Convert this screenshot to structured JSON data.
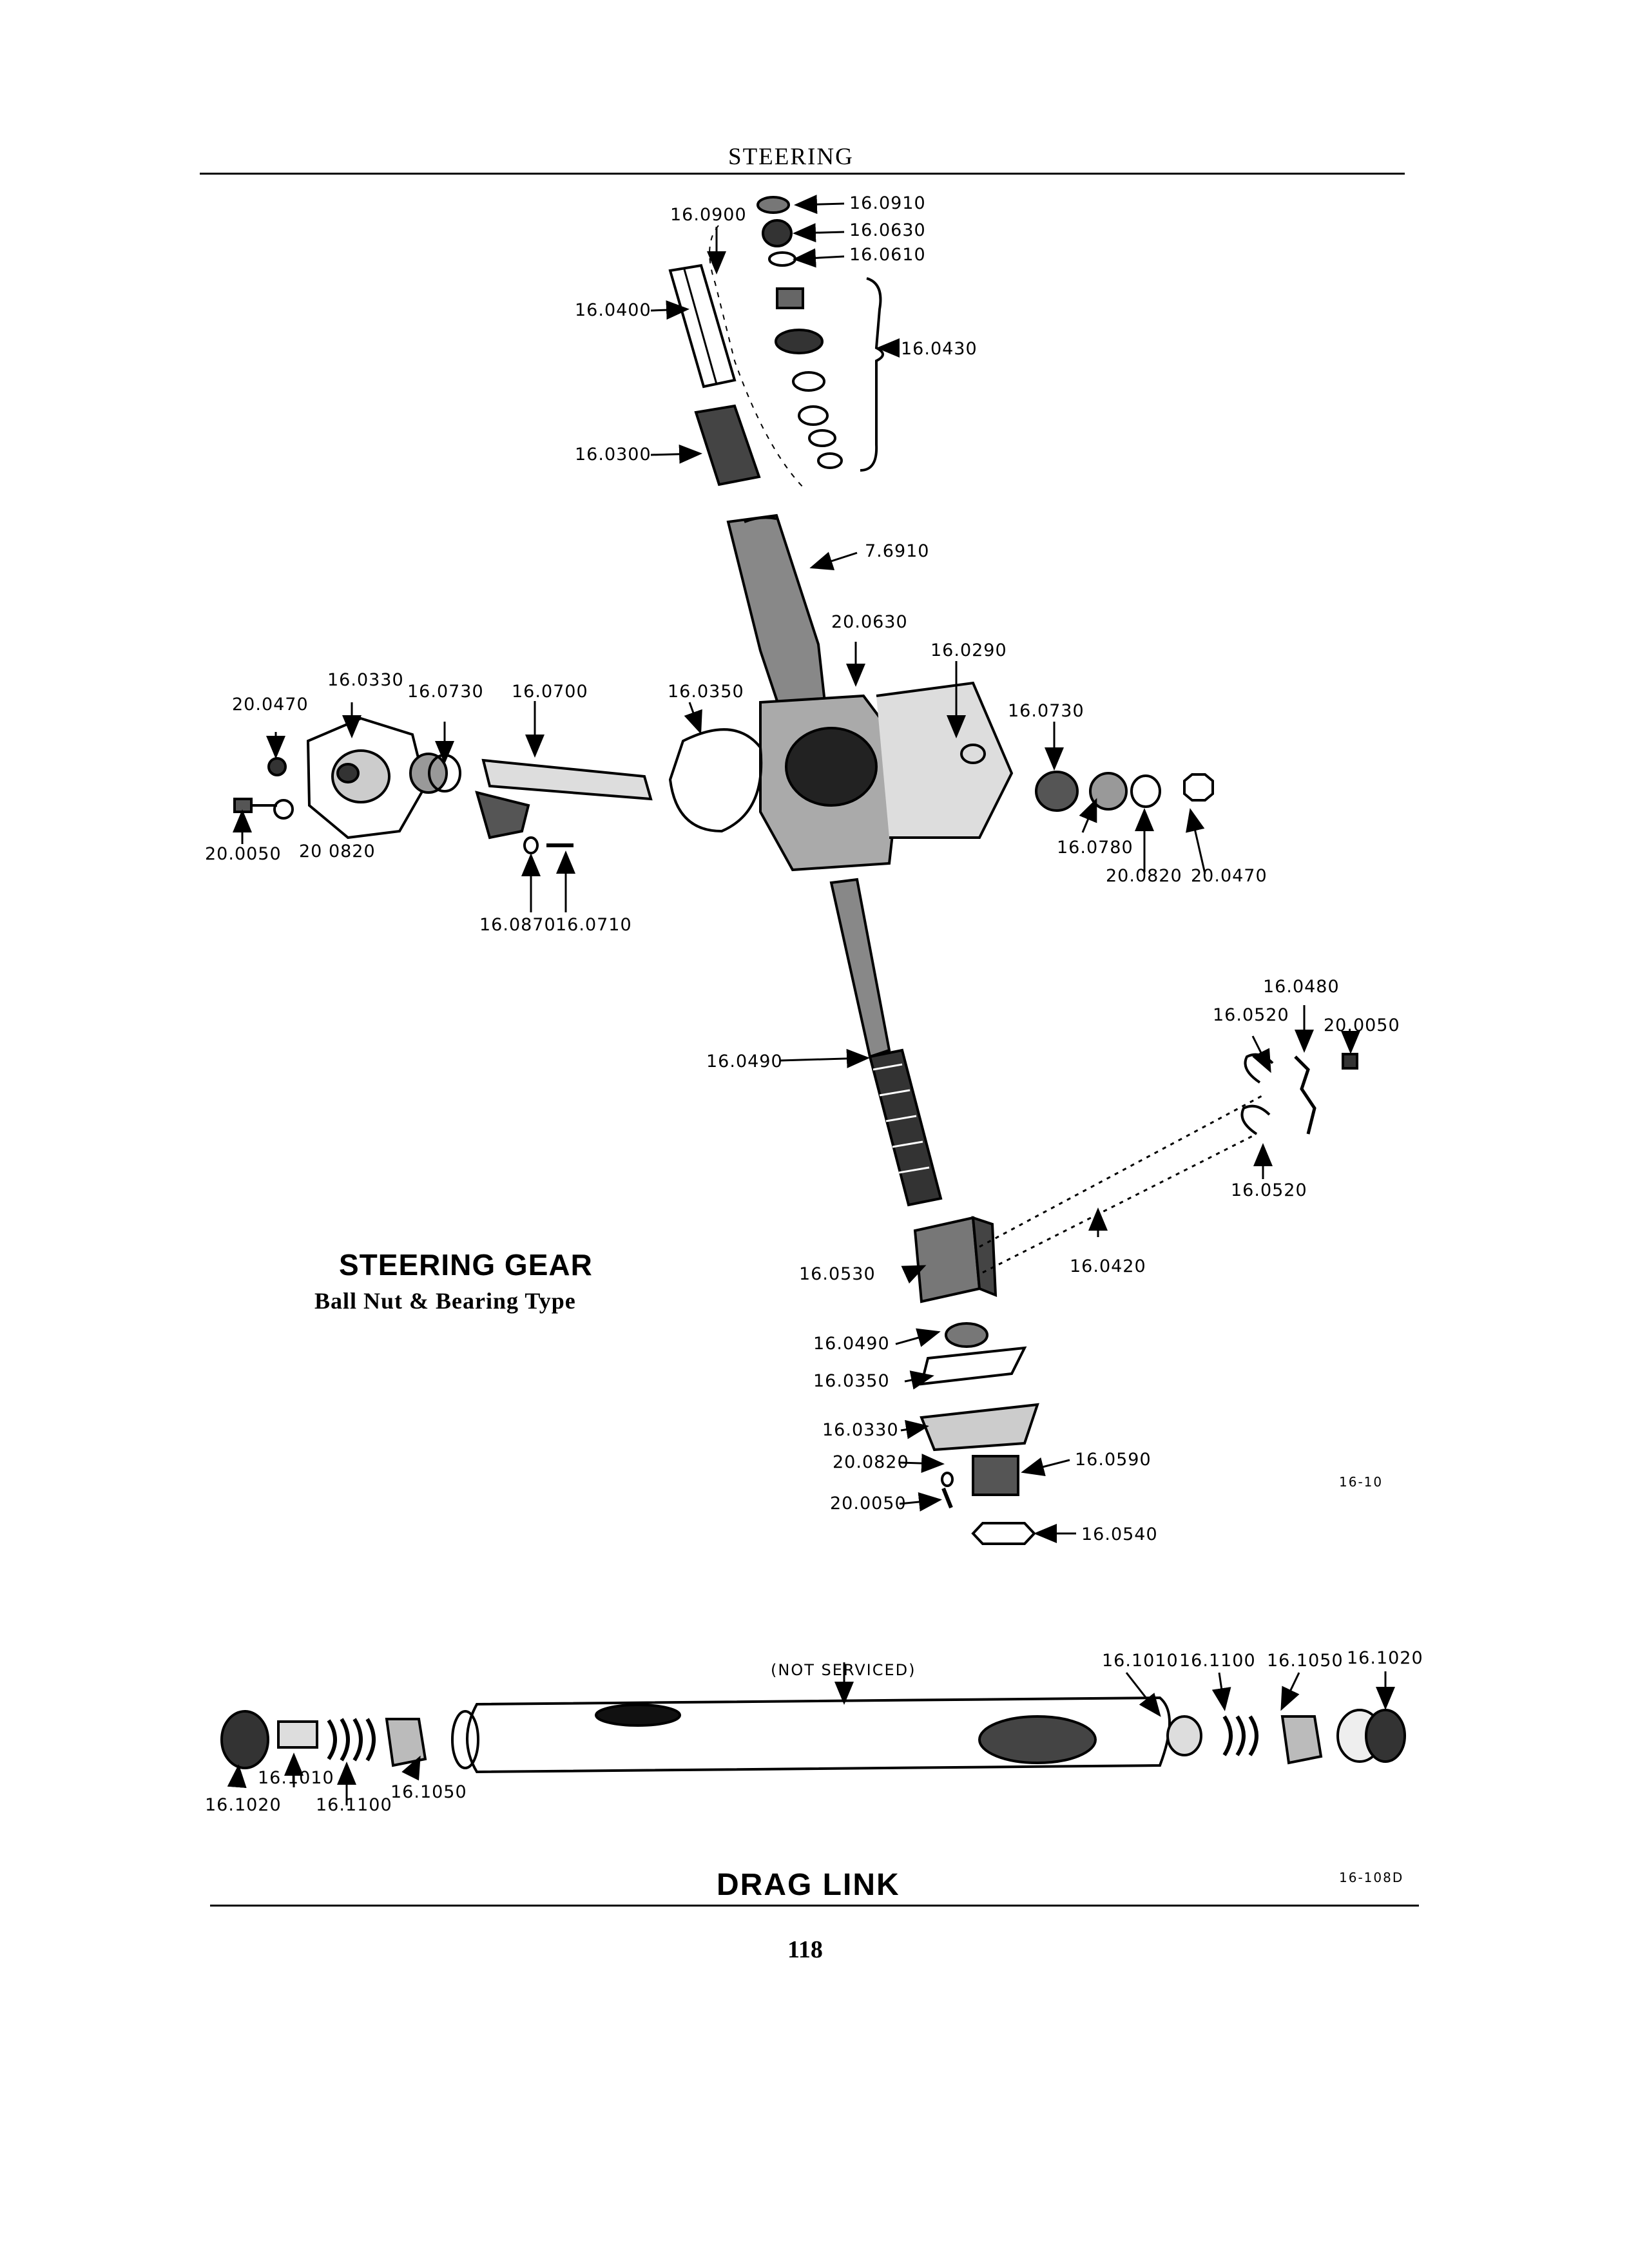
{
  "header": {
    "section": "STEERING",
    "page_number": "118"
  },
  "steering_gear": {
    "title": "STEERING GEAR",
    "subtitle": "Ball Nut & Bearing Type",
    "figure_ref": "16-10",
    "labels": {
      "l1": "16.0900",
      "l2": "16.0910",
      "l3": "16.0630",
      "l4": "16.0610",
      "l5": "16.0400",
      "l6": "16.0430",
      "l7": "16.0300",
      "l8": "7.6910",
      "l9": "20.0630",
      "l10": "16.0290",
      "l11": "16.0330",
      "l12": "20.0470",
      "l13": "16.0730",
      "l14": "16.0700",
      "l15": "16.0350",
      "l16": "16.0730",
      "l17": "20.0050",
      "l18": "20 0820",
      "l19": "16.0780",
      "l20": "20.0820",
      "l21": "20.0470",
      "l22": "16.0870",
      "l23": "16.0710",
      "l24": "16.0480",
      "l25": "16.0520",
      "l26": "20.0050",
      "l27": "16.0490",
      "l28": "16.0520",
      "l29": "16.0530",
      "l30": "16.0420",
      "l31": "16.0490",
      "l32": "16.0350",
      "l33": "16.0330",
      "l34": "20.0820",
      "l35": "16.0590",
      "l36": "20.0050",
      "l37": "16.0540"
    }
  },
  "drag_link": {
    "title": "DRAG LINK",
    "figure_ref": "16-108D",
    "note": "(NOT SERVICED)",
    "labels": {
      "d1": "16.1010",
      "d2": "16.1100",
      "d3": "16.1050",
      "d4": "16.1020",
      "d5": "16.1010",
      "d6": "16.1020",
      "d7": "16.1100",
      "d8": "16.1050"
    }
  }
}
